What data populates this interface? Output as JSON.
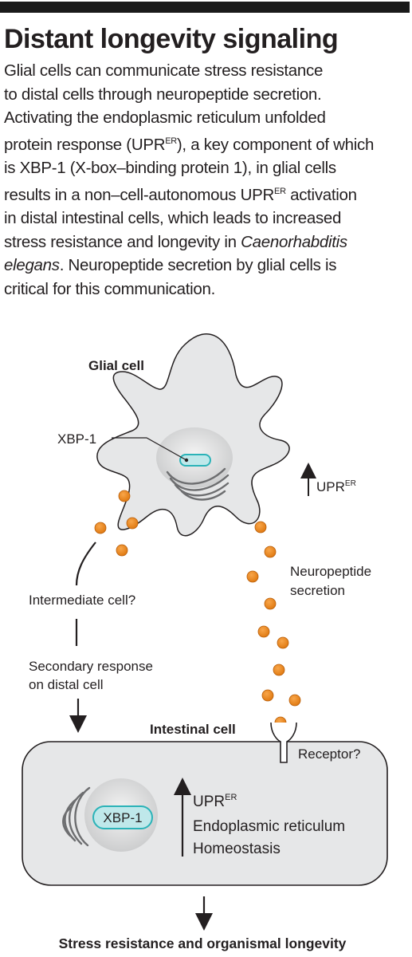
{
  "title": "Distant longevity signaling",
  "description_lines": {
    "l1": "Glial cells can communicate stress resistance",
    "l2": "to distal cells through neuropeptide secretion.",
    "l3": "Activating the endoplasmic reticulum unfolded",
    "l4_pre": "protein response (UPR",
    "l4_sup": "ER",
    "l4_post": "), a key component of which",
    "l5": "is XBP-1 (X-box–binding protein 1), in glial cells",
    "l6_pre": "results in a non–cell-autonomous UPR",
    "l6_sup": "ER",
    "l6_post": " activation",
    "l7": "in distal intestinal cells, which leads to increased",
    "l8_pre": "stress resistance and longevity in ",
    "l8_italic": "Caenorhabditis",
    "l9_italic": "elegans",
    "l9_post": ". Neuropeptide secretion by glial cells is",
    "l10": "critical for this communication."
  },
  "diagram": {
    "glial_cell_label": "Glial cell",
    "xbp1_glial_label": "XBP-1",
    "upr_glial": {
      "base": "UPR",
      "sup": "ER"
    },
    "neuropeptide_label": {
      "line1": "Neuropeptide",
      "line2": "secretion"
    },
    "intermediate_label": "Intermediate cell?",
    "secondary_label": {
      "line1": "Secondary response",
      "line2": "on distal cell"
    },
    "intestinal_cell_label": "Intestinal cell",
    "receptor_label": "Receptor?",
    "xbp1_intestinal_label": "XBP-1",
    "intestinal_effects": {
      "upr_base": "UPR",
      "upr_sup": "ER",
      "line2": "Endoplasmic reticulum",
      "line3": "Homeostasis"
    },
    "outcome_label": "Stress resistance and organismal longevity"
  },
  "colors": {
    "cell_fill": "#e6e7e8",
    "cell_stroke": "#231f20",
    "neuropeptide": "#f18a21",
    "xbp1": "#bfe8ea",
    "xbp1_stroke": "#2bb3b8"
  }
}
